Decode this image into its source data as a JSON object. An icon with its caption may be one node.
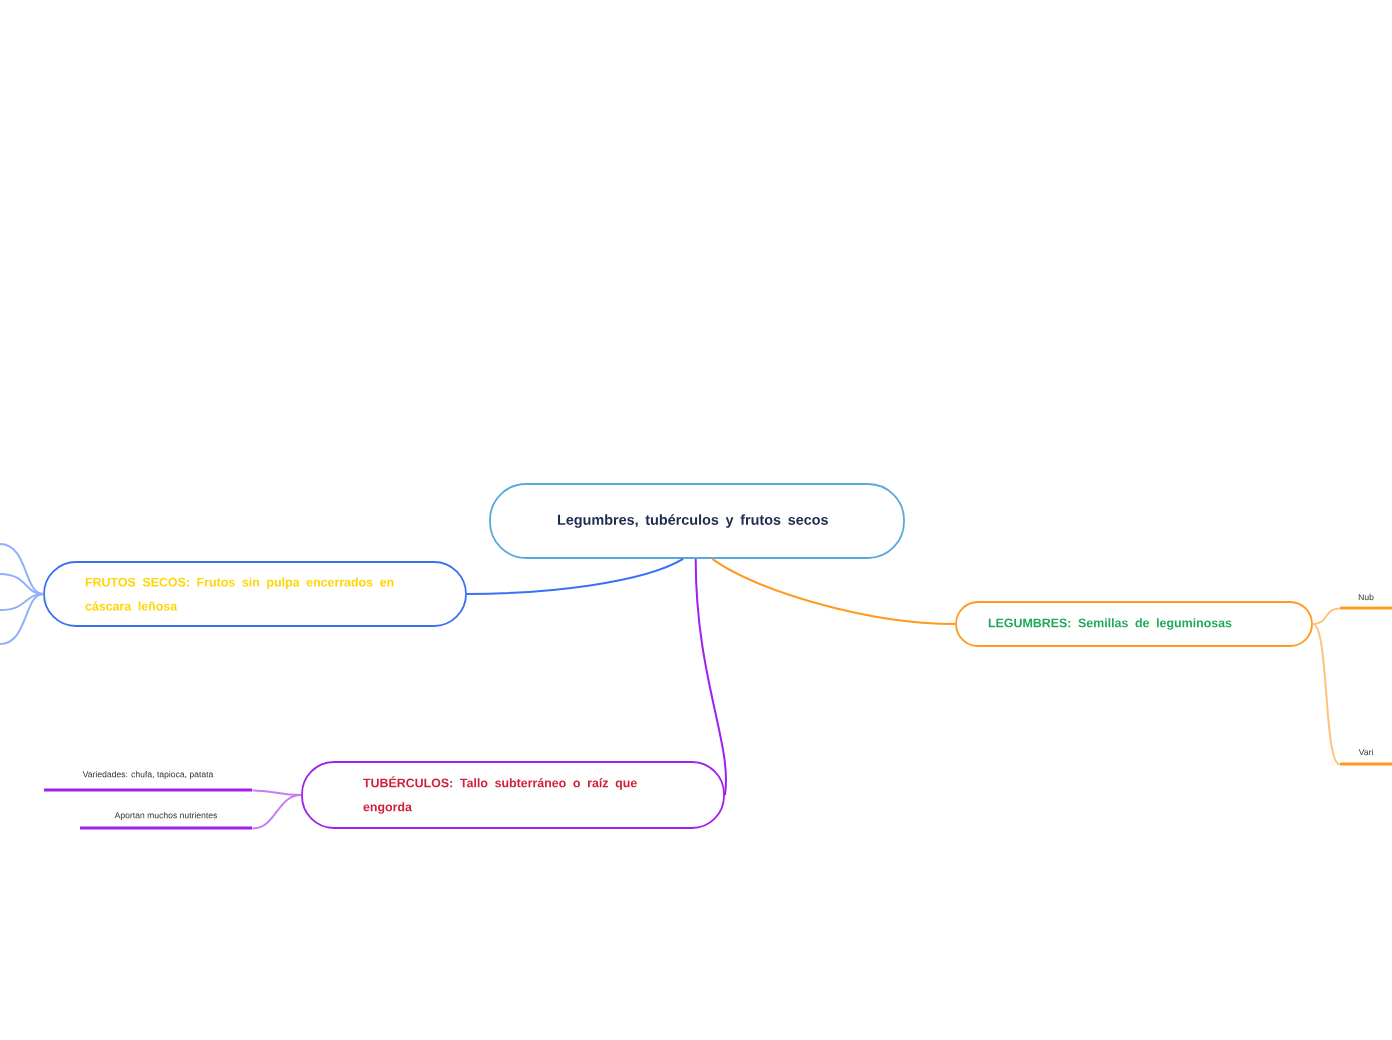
{
  "diagram": {
    "nodes": [
      {
        "text": [
          "Legumbres, tubérculos y frutos secos"
        ]
      },
      {
        "text": [
          "FRUTOS SECOS: Frutos sin pulpa encerrados en cáscara leñosa"
        ]
      },
      {
        "text": [
          "LEGUMBRES: Semillas de leguminosas"
        ]
      },
      {
        "text": [
          "TUBÉRCULOS: Tallo subterráneo o raíz que engorda"
        ]
      },
      {
        "text": [
          "Variedades: chufa, tapioca, patata"
        ]
      },
      {
        "text": [
          "Aportan muchos nutrientes"
        ]
      },
      {
        "text": [
          "Nub"
        ]
      },
      {
        "text": [
          "Vari"
        ]
      }
    ],
    "edges": [
      {
        "from": 0,
        "to": 1,
        "arrow": "none",
        "color": "#3b6ff5"
      },
      {
        "from": 0,
        "to": 2,
        "arrow": "none",
        "color": "#ff9a1f"
      },
      {
        "from": 0,
        "to": 3,
        "arrow": "none",
        "color": "#a020f0"
      },
      {
        "from": 3,
        "to": 4,
        "arrow": "none",
        "color": "#c77df5"
      },
      {
        "from": 3,
        "to": 5,
        "arrow": "none",
        "color": "#c77df5"
      },
      {
        "from": 2,
        "to": 6,
        "arrow": "none",
        "color": "#ffc27a"
      },
      {
        "from": 2,
        "to": 7,
        "arrow": "none",
        "color": "#ffc27a"
      },
      {
        "from": 1,
        "to": null,
        "arrow": "none",
        "color": "#8fb0fb"
      },
      {
        "from": 1,
        "to": null,
        "arrow": "none",
        "color": "#8fb0fb"
      },
      {
        "from": 1,
        "to": null,
        "arrow": "none",
        "color": "#8fb0fb"
      },
      {
        "from": 1,
        "to": null,
        "arrow": "none",
        "color": "#8fb0fb"
      }
    ]
  }
}
